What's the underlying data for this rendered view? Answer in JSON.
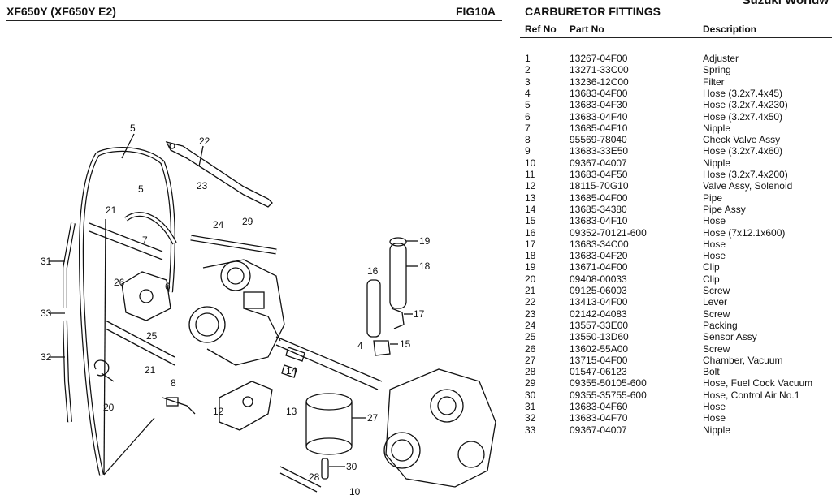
{
  "header": {
    "brand": "Suzuki Worldw",
    "model": "XF650Y (XF650Y E2)",
    "fig": "FIG10A",
    "section": "CARBURETOR FITTINGS"
  },
  "columns": {
    "ref": "Ref No",
    "part": "Part No",
    "desc": "Description"
  },
  "parts": [
    {
      "ref": "1",
      "part": "13267-04F00",
      "desc": "Adjuster"
    },
    {
      "ref": "2",
      "part": "13271-33C00",
      "desc": "Spring"
    },
    {
      "ref": "3",
      "part": "13236-12C00",
      "desc": "Filter"
    },
    {
      "ref": "4",
      "part": "13683-04F00",
      "desc": "Hose (3.2x7.4x45)"
    },
    {
      "ref": "5",
      "part": "13683-04F30",
      "desc": "Hose (3.2x7.4x230)"
    },
    {
      "ref": "6",
      "part": "13683-04F40",
      "desc": "Hose (3.2x7.4x50)"
    },
    {
      "ref": "7",
      "part": "13685-04F10",
      "desc": "Nipple"
    },
    {
      "ref": "8",
      "part": "95569-78040",
      "desc": "Check Valve Assy"
    },
    {
      "ref": "9",
      "part": "13683-33E50",
      "desc": "Hose (3.2x7.4x60)"
    },
    {
      "ref": "10",
      "part": "09367-04007",
      "desc": "Nipple"
    },
    {
      "ref": "11",
      "part": "13683-04F50",
      "desc": "Hose (3.2x7.4x200)"
    },
    {
      "ref": "12",
      "part": "18115-70G10",
      "desc": "Valve Assy, Solenoid"
    },
    {
      "ref": "13",
      "part": "13685-04F00",
      "desc": "Pipe"
    },
    {
      "ref": "14",
      "part": "13685-34380",
      "desc": "Pipe Assy"
    },
    {
      "ref": "15",
      "part": "13683-04F10",
      "desc": "Hose"
    },
    {
      "ref": "16",
      "part": "09352-70121-600",
      "desc": "Hose (7x12.1x600)"
    },
    {
      "ref": "17",
      "part": "13683-34C00",
      "desc": "Hose"
    },
    {
      "ref": "18",
      "part": "13683-04F20",
      "desc": "Hose"
    },
    {
      "ref": "19",
      "part": "13671-04F00",
      "desc": "Clip"
    },
    {
      "ref": "20",
      "part": "09408-00033",
      "desc": "Clip"
    },
    {
      "ref": "21",
      "part": "09125-06003",
      "desc": "Screw"
    },
    {
      "ref": "22",
      "part": "13413-04F00",
      "desc": "Lever"
    },
    {
      "ref": "23",
      "part": "02142-04083",
      "desc": "Screw"
    },
    {
      "ref": "24",
      "part": "13557-33E00",
      "desc": "Packing"
    },
    {
      "ref": "25",
      "part": "13550-13D60",
      "desc": "Sensor Assy"
    },
    {
      "ref": "26",
      "part": "13602-55A00",
      "desc": "Screw"
    },
    {
      "ref": "27",
      "part": "13715-04F00",
      "desc": "Chamber, Vacuum"
    },
    {
      "ref": "28",
      "part": "01547-06123",
      "desc": "Bolt"
    },
    {
      "ref": "29",
      "part": "09355-50105-600",
      "desc": "Hose, Fuel Cock Vacuum"
    },
    {
      "ref": "30",
      "part": "09355-35755-600",
      "desc": "Hose, Control Air No.1"
    },
    {
      "ref": "31",
      "part": "13683-04F60",
      "desc": "Hose"
    },
    {
      "ref": "32",
      "part": "13683-04F70",
      "desc": "Hose"
    },
    {
      "ref": "33",
      "part": "09367-04007",
      "desc": "Nipple"
    }
  ],
  "callouts": [
    "5",
    "22",
    "23",
    "24",
    "29",
    "21",
    "5",
    "31",
    "7",
    "26",
    "6",
    "19",
    "18",
    "16",
    "17",
    "33",
    "25",
    "4",
    "15",
    "32",
    "14",
    "21",
    "8",
    "13",
    "12",
    "27",
    "20",
    "28",
    "30",
    "10"
  ]
}
